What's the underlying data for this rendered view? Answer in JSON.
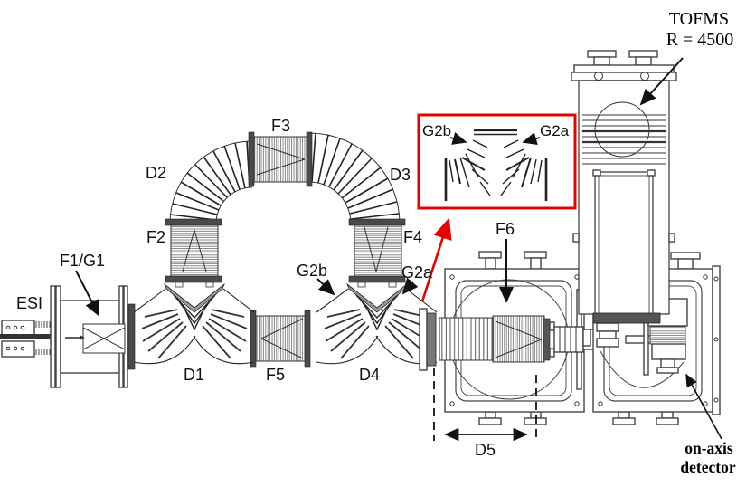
{
  "labels": {
    "esi": "ESI",
    "f1g1": "F1/G1",
    "f2": "F2",
    "f3": "F3",
    "f4": "F4",
    "f5": "F5",
    "f6": "F6",
    "d1": "D1",
    "d2": "D2",
    "d3": "D3",
    "d4": "D4",
    "d5": "D5",
    "g2b": "G2b",
    "g2a": "G2a",
    "inset_g2b": "G2b",
    "inset_g2a": "G2a",
    "tofms": "TOFMS",
    "tof_resolution": "R = 4500",
    "on_axis_line1": "on-axis",
    "on_axis_line2": "detector"
  },
  "colors": {
    "highlight": "#e60000",
    "line": "#1a1a1a"
  }
}
